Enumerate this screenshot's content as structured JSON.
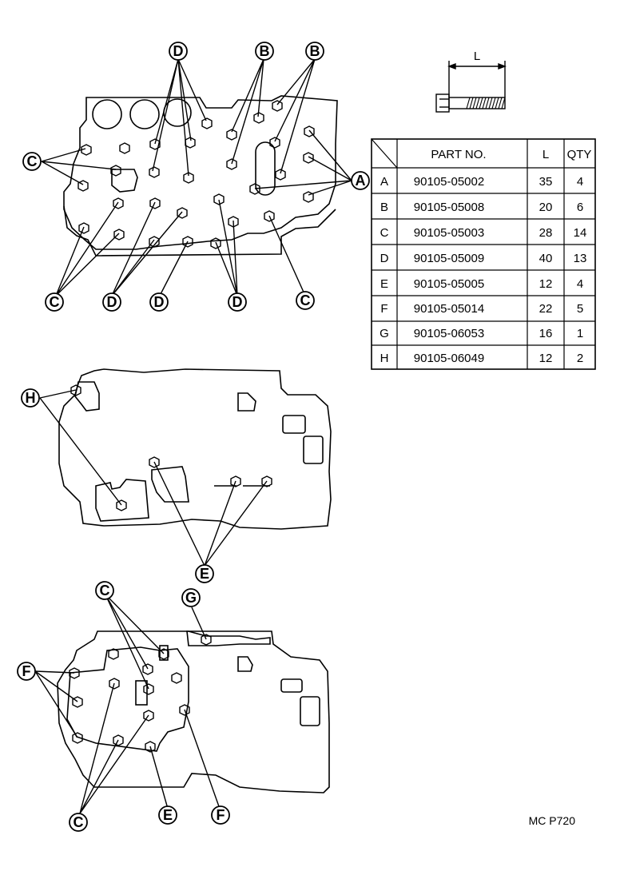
{
  "bolt_sketch": {
    "dimension_label": "L"
  },
  "parts_table": {
    "headers": {
      "part_no": "PART NO.",
      "length": "L",
      "qty": "QTY"
    },
    "rows": [
      {
        "key": "A",
        "part_no": "90105-05002",
        "length": "35",
        "qty": "4"
      },
      {
        "key": "B",
        "part_no": "90105-05008",
        "length": "20",
        "qty": "6"
      },
      {
        "key": "C",
        "part_no": "90105-05003",
        "length": "28",
        "qty": "14"
      },
      {
        "key": "D",
        "part_no": "90105-05009",
        "length": "40",
        "qty": "13"
      },
      {
        "key": "E",
        "part_no": "90105-05005",
        "length": "12",
        "qty": "4"
      },
      {
        "key": "F",
        "part_no": "90105-05014",
        "length": "22",
        "qty": "5"
      },
      {
        "key": "G",
        "part_no": "90105-06053",
        "length": "16",
        "qty": "1"
      },
      {
        "key": "H",
        "part_no": "90105-06049",
        "length": "12",
        "qty": "2"
      }
    ]
  },
  "callouts": {
    "upper": [
      "D",
      "B",
      "B",
      "C",
      "A",
      "C",
      "D",
      "D",
      "D",
      "C"
    ],
    "middle": [
      "H",
      "E"
    ],
    "lower": [
      "C",
      "G",
      "F",
      "C",
      "E",
      "F"
    ]
  },
  "footer": {
    "code": "MC P720"
  }
}
